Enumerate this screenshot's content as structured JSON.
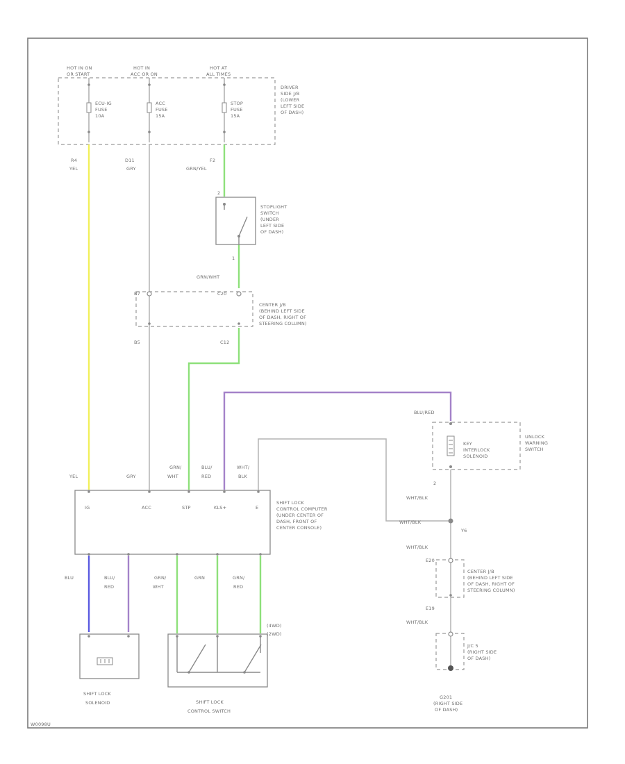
{
  "diagram_id": "W0098U",
  "colors": {
    "yellow": "#f2f05a",
    "green": "#8ee07a",
    "purple": "#a482c9",
    "blue": "#5a5ae0",
    "gray_wire": "#b4b4b4"
  },
  "power_sources": [
    {
      "line1": "HOT IN ON",
      "line2": "OR START"
    },
    {
      "line1": "HOT IN",
      "line2": "ACC OR ON"
    },
    {
      "line1": "HOT AT",
      "line2": "ALL TIMES"
    }
  ],
  "fuses": [
    {
      "name": "ECU-IG",
      "label2": "FUSE",
      "rating": "10A"
    },
    {
      "name": "ACC",
      "label2": "FUSE",
      "rating": "15A"
    },
    {
      "name": "STOP",
      "label2": "FUSE",
      "rating": "15A"
    }
  ],
  "driver_jb": {
    "lines": [
      "DRIVER",
      "SIDE J/B",
      "(LOWER",
      "LEFT SIDE",
      "OF DASH)"
    ]
  },
  "terminals": {
    "fuse1_pin": "R4",
    "fuse2_pin": "D11",
    "fuse3_pin": "F2",
    "stoplight_pin1": "1",
    "stoplight_pin2": "2",
    "cjb_pin_b7": "B7",
    "cjb_pin_c20": "C20",
    "cjb_pin_b5": "B5",
    "cjb_pin_c12": "C12",
    "key_pin_2": "2",
    "splice": "Y6",
    "cjb2_pin_top": "E20",
    "cjb2_pin_bot": "E19"
  },
  "wire_colors": {
    "w1_top": "YEL",
    "w2_top": "GRY",
    "w3_top": "GRN/YEL",
    "w3_after_switch": "GRN/WHT",
    "blu_red_top": "BLU/RED",
    "wht_blk_1": "WHT/BLK",
    "wht_blk_2": "WHT/BLK",
    "wht_blk_3": "WHT/BLK",
    "wht_blk_4": "WHT/BLK",
    "at_yel": "YEL",
    "at_gry": "GRY",
    "at_stp_1": "GRN/",
    "at_stp_2": "WHT",
    "at_kls_1": "BLU/",
    "at_kls_2": "RED",
    "at_e_1": "WHT/",
    "at_e_2": "BLK",
    "bot_blu": "BLU",
    "bot_blured_1": "BLU/",
    "bot_blured_2": "RED",
    "bot_grnwht_1": "GRN/",
    "bot_grnwht_2": "WHT",
    "bot_grn": "GRN",
    "bot_grnred_1": "GRN/",
    "bot_grnred_2": "RED"
  },
  "stoplight_switch": {
    "lines": [
      "STOPLIGHT",
      "SWITCH",
      "(UNDER",
      "LEFT SIDE",
      "OF DASH)"
    ]
  },
  "center_jb_upper": {
    "lines": [
      "CENTER J/B",
      "(BEHIND LEFT SIDE",
      "OF DASH, RIGHT OF",
      "STEERING COLUMN)"
    ]
  },
  "center_jb_lower": {
    "lines": [
      "CENTER J/B",
      "(BEHIND LEFT SIDE",
      "OF DASH, RIGHT OF",
      "STEERING COLUMN)"
    ]
  },
  "key_switch": {
    "lines": [
      "UNLOCK",
      "WARNING",
      "SWITCH"
    ],
    "inner": [
      "KEY",
      "INTERLOCK",
      "SOLENOID"
    ]
  },
  "computer": {
    "pins": [
      "IG",
      "ACC",
      "STP",
      "KLS+",
      "E"
    ],
    "lines": [
      "SHIFT LOCK",
      "CONTROL COMPUTER",
      "(UNDER CENTER OF",
      "DASH, FRONT OF",
      "CENTER CONSOLE)"
    ]
  },
  "solenoid": {
    "lines": [
      "SHIFT LOCK",
      "SOLENOID"
    ]
  },
  "control_switch": {
    "lines": [
      "SHIFT LOCK",
      "CONTROL SWITCH"
    ],
    "tags": [
      "(4WD)",
      "(2WD)"
    ]
  },
  "jc": {
    "lines": [
      "J/C 5",
      "(RIGHT SIDE",
      "OF DASH)"
    ]
  },
  "ground": {
    "lines": [
      "G201",
      "(RIGHT SIDE",
      "OF DASH)"
    ]
  }
}
